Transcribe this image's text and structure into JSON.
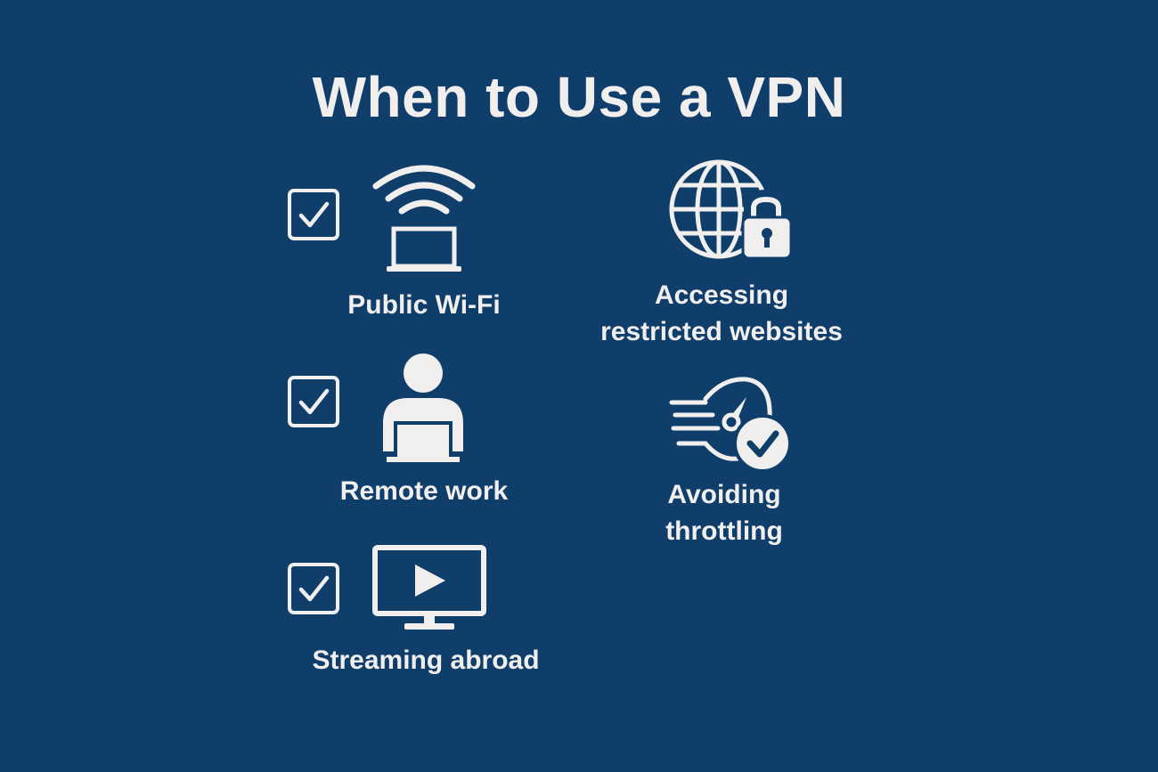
{
  "title": "When to Use a VPN",
  "colors": {
    "background": "#0f3e6b",
    "foreground": "#f1eeee"
  },
  "items": [
    {
      "label": "Public Wi-Fi",
      "icon": "wifi-laptop-icon",
      "checked": true
    },
    {
      "label": "Remote work",
      "icon": "person-laptop-icon",
      "checked": true
    },
    {
      "label": "Streaming abroad",
      "icon": "monitor-play-icon",
      "checked": true
    },
    {
      "label_lines": [
        "Accessing",
        "restricted websites"
      ],
      "icon": "globe-lock-icon"
    },
    {
      "label_lines": [
        "Avoiding",
        "throttling"
      ],
      "icon": "speedometer-check-icon"
    }
  ]
}
